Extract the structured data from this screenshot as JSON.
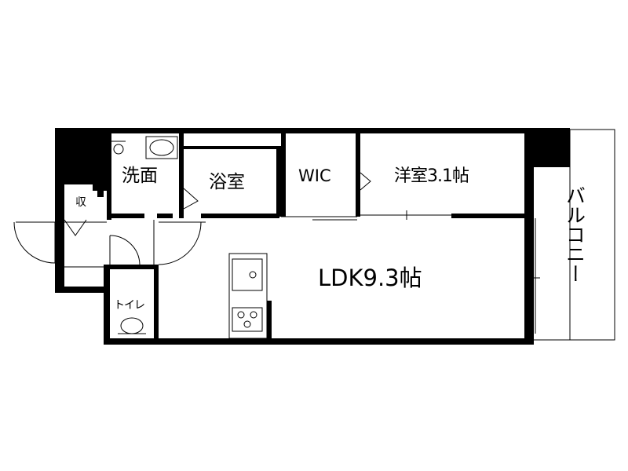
{
  "floor_plan": {
    "rooms": {
      "washroom": "洗面",
      "bathroom": "浴室",
      "wic": "WIC",
      "western_room": "洋室3.1帖",
      "storage": "収",
      "toilet": "トイレ",
      "ldk": "LDK9.3帖",
      "balcony": "バルコニー"
    },
    "colors": {
      "wall": "#000000",
      "background": "#ffffff",
      "thin_line": "#000000"
    }
  }
}
